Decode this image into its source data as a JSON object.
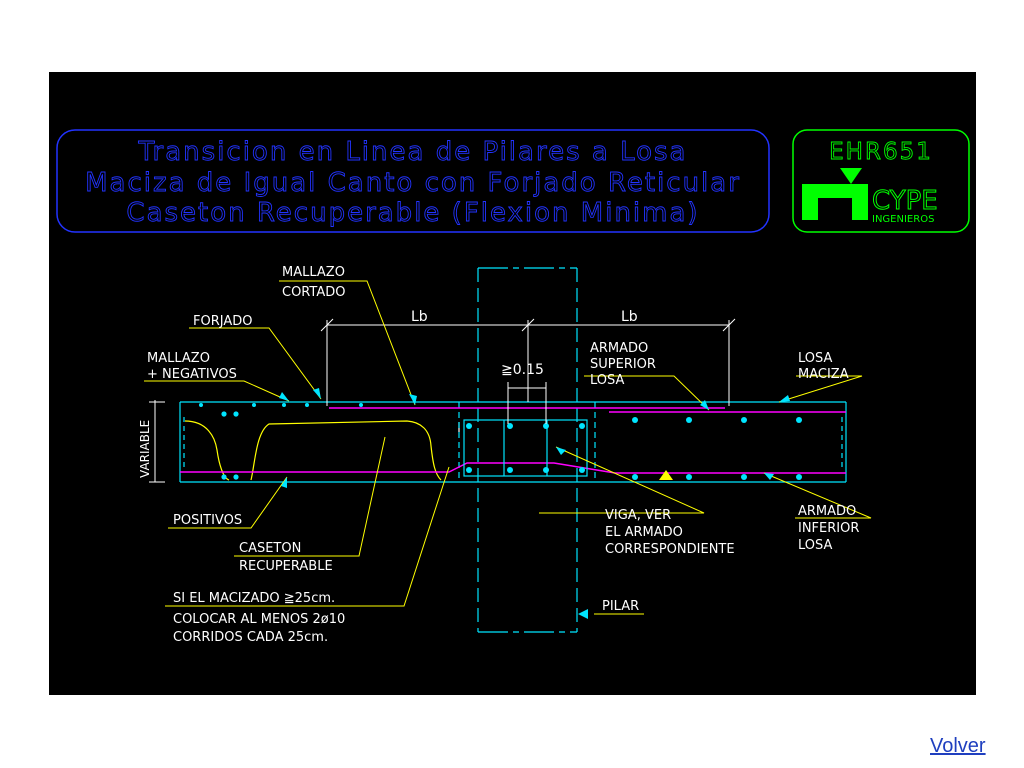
{
  "title": {
    "line1": "Transicion en Linea de Pilares a Losa",
    "line2": "Maciza de Igual Canto con Forjado Reticular",
    "line3": "Caseton Recuperable (Flexion Minima)"
  },
  "logo": {
    "code": "EHR651",
    "brand": "CYPE",
    "subtitle": "INGENIEROS"
  },
  "labels": {
    "mallazo_cortado_1": "MALLAZO",
    "mallazo_cortado_2": "CORTADO",
    "forjado": "FORJADO",
    "mallazo_neg_1": "MALLAZO",
    "mallazo_neg_2": "+ NEGATIVOS",
    "lb_left": "Lb",
    "lb_right": "Lb",
    "dim_015": "≧0.15",
    "armado_sup_1": "ARMADO",
    "armado_sup_2": "SUPERIOR",
    "armado_sup_3": "LOSA",
    "losa_maciza_1": "LOSA",
    "losa_maciza_2": "MACIZA",
    "variable": "VARIABLE",
    "positivos": "POSITIVOS",
    "caseton_1": "CASETON",
    "caseton_2": "RECUPERABLE",
    "viga_1": "VIGA, VER",
    "viga_2": "EL ARMADO",
    "viga_3": "CORRESPONDIENTE",
    "armado_inf_1": "ARMADO",
    "armado_inf_2": "INFERIOR",
    "armado_inf_3": "LOSA",
    "macizado_1": "SI EL MACIZADO ≧25cm.",
    "macizado_2": "COLOCAR AL MENOS 2ø10",
    "macizado_3": "CORRIDOS CADA 25cm.",
    "pilar": "PILAR"
  },
  "colors": {
    "background": "#000000",
    "cyan": "#00e5ff",
    "magenta": "#ff00ff",
    "yellow": "#ffff00",
    "white": "#ffffff",
    "title_blue": "#2233ff",
    "logo_green": "#00ff00"
  },
  "nav": {
    "back_label": "Volver"
  }
}
